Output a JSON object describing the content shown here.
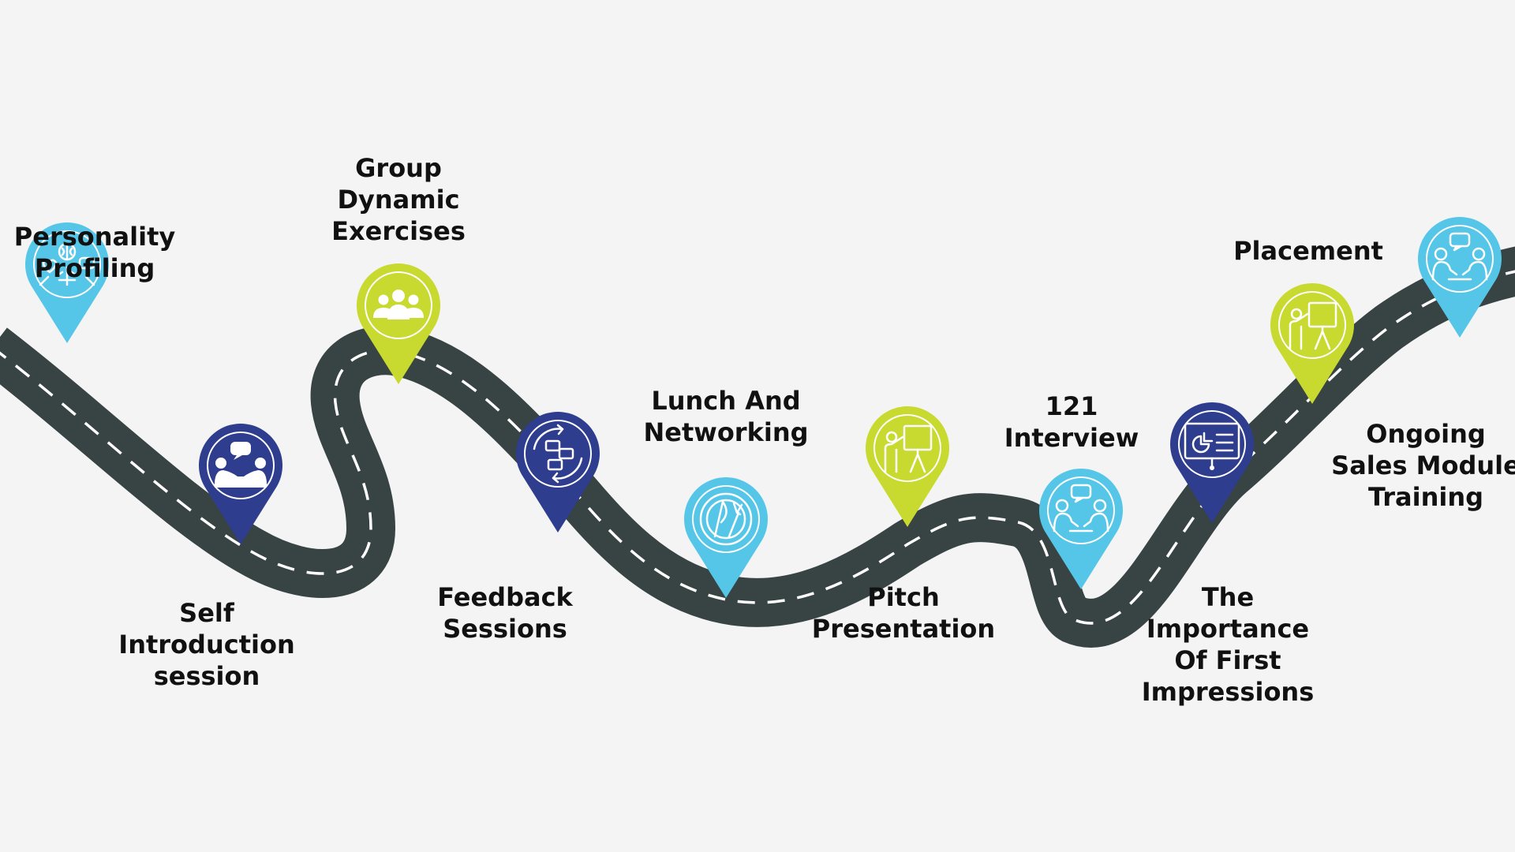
{
  "colors": {
    "background": "#f4f4f4",
    "road": "#374443",
    "road_marking": "#ffffff",
    "pin_light_blue": "#55c6e8",
    "pin_lime": "#c8d930",
    "pin_navy": "#2f3d8f",
    "icon_line": "#ffffff"
  },
  "steps": [
    {
      "label_lines": [
        "Personality",
        "Profiling"
      ],
      "pin_color": "#55c6e8",
      "icon": "brain-people-icon"
    },
    {
      "label_lines": [
        "Self",
        "Introduction",
        "session"
      ],
      "pin_color": "#2f3d8f",
      "icon": "conversation-icon"
    },
    {
      "label_lines": [
        "Group",
        "Dynamic",
        "Exercises"
      ],
      "pin_color": "#c8d930",
      "icon": "group-people-icon"
    },
    {
      "label_lines": [
        "Feedback",
        "Sessions"
      ],
      "pin_color": "#2f3d8f",
      "icon": "feedback-cycle-icon"
    },
    {
      "label_lines": [
        "Lunch And",
        "Networking"
      ],
      "pin_color": "#55c6e8",
      "icon": "plate-cutlery-icon"
    },
    {
      "label_lines": [
        "Pitch",
        "Presentation"
      ],
      "pin_color": "#c8d930",
      "icon": "presenter-board-icon"
    },
    {
      "label_lines": [
        "121",
        "Interview"
      ],
      "pin_color": "#55c6e8",
      "icon": "interview-icon"
    },
    {
      "label_lines": [
        "The",
        "Importance",
        "Of First",
        "Impressions"
      ],
      "pin_color": "#2f3d8f",
      "icon": "presentation-screen-icon"
    },
    {
      "label_lines": [
        "Placement"
      ],
      "pin_color": "#c8d930",
      "icon": "presenter-board-icon"
    },
    {
      "label_lines": [
        "Ongoing",
        "Sales Module",
        "Training"
      ],
      "pin_color": "#55c6e8",
      "icon": "interview-icon"
    }
  ]
}
